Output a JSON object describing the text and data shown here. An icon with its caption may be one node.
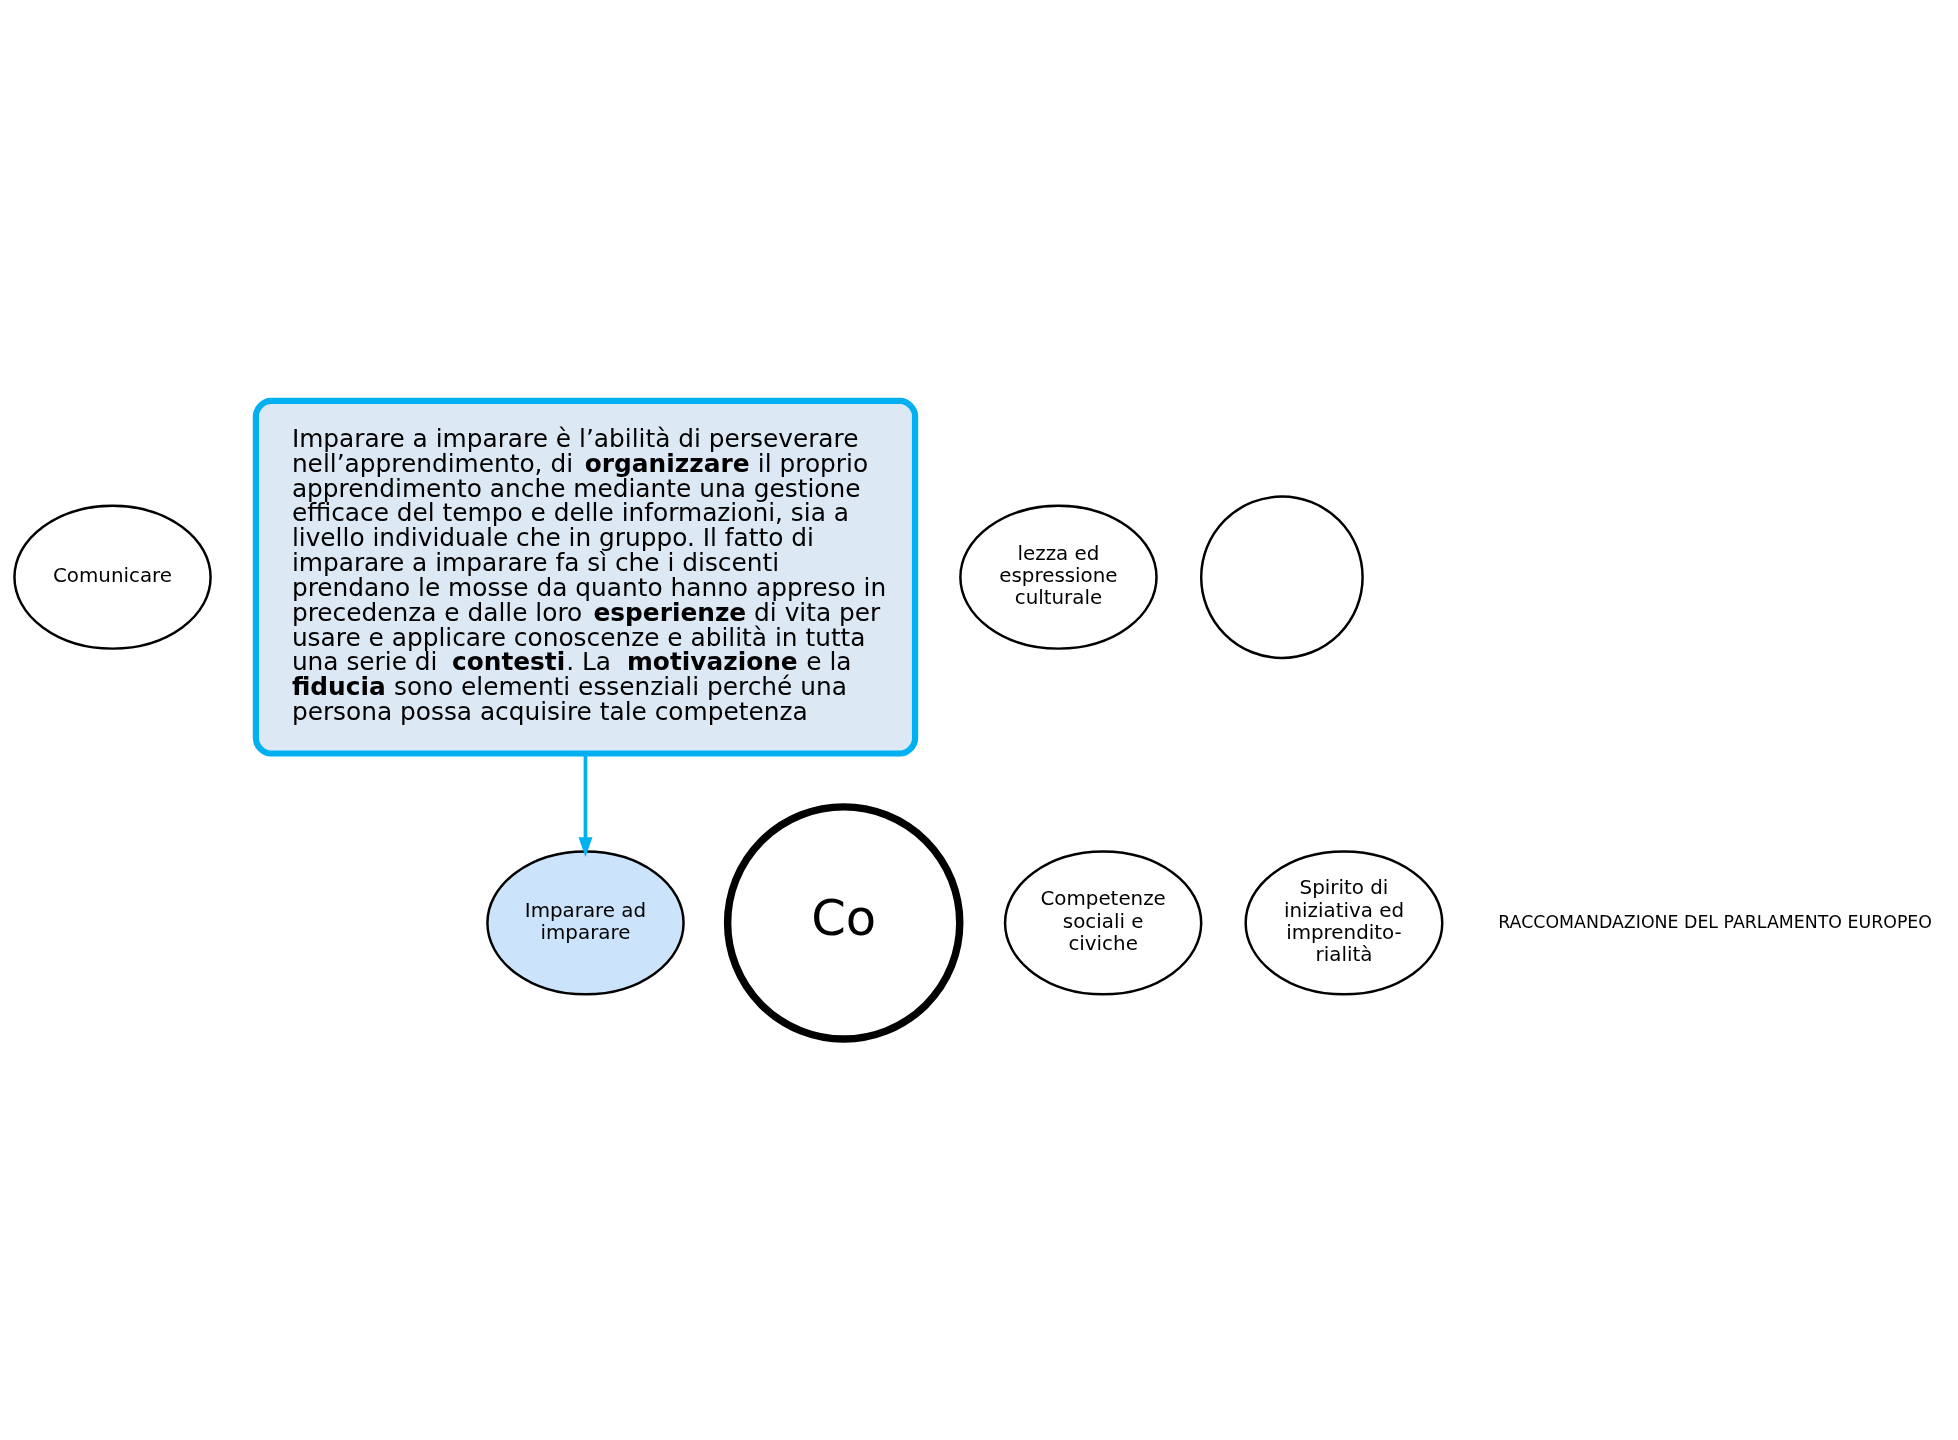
{
  "diagram": {
    "nodes": [
      {
        "text": [
          "Comunicare"
        ]
      },
      {
        "text": [
          "Imparare ad imparare"
        ]
      },
      {
        "text": [
          "Imparare a imparare è l’abilità di perseverare nell’apprendimento, di **organizzare** il proprio apprendimento anche mediante una gestione efficace del tempo e delle informazioni, sia a livello individuale che in gruppo. Il fatto di imparare a imparare fa sì che i discenti prendano le mosse da quanto hanno appreso in precedenza e dalle loro **esperienze** di vita per usare e applicare conoscenze e abilità in tutta una serie di **contesti**. La **motivazione** e la **fiducia** sono elementi essenziali perché una persona possa acquisire tale competenza"
        ]
      },
      {
        "text": [
          "Co"
        ]
      },
      {
        "text": [
          "Competenze sociali e civiche"
        ]
      },
      {
        "text": [
          "Spirito di iniziativa ed imprendito- rialità"
        ]
      },
      {
        "text": [
          "lezza ed espressione culturale"
        ]
      },
      {
        "text": [],
        "shape": "circle"
      }
    ],
    "edges": [
      {
        "from": 2,
        "to": 1,
        "arrow": "to",
        "color": "#00b0f0"
      }
    ],
    "labels": [
      "RACCOMANDAZIONE DEL PARLAMENTO EUROPEO"
    ]
  }
}
